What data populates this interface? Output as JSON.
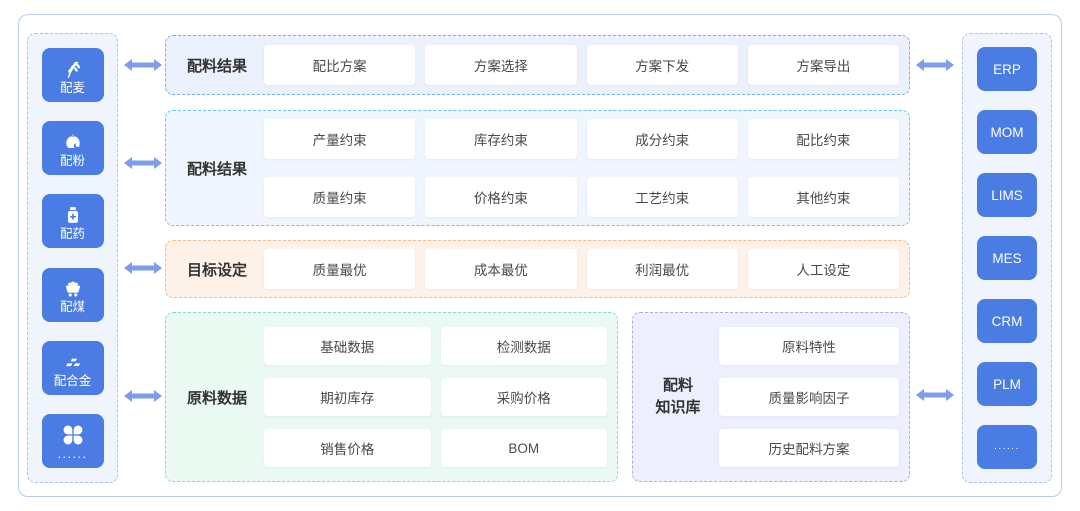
{
  "left_panel": {
    "items": [
      {
        "label": "配麦",
        "icon": "wheat-icon"
      },
      {
        "label": "配粉",
        "icon": "flour-sack-icon"
      },
      {
        "label": "配药",
        "icon": "medicine-bottle-icon"
      },
      {
        "label": "配煤",
        "icon": "coal-cart-icon"
      },
      {
        "label": "配合金",
        "icon": "alloy-ingot-icon"
      },
      {
        "label": "......",
        "icon": "more-clover-icon"
      }
    ]
  },
  "right_panel": {
    "items": [
      {
        "label": "ERP"
      },
      {
        "label": "MOM"
      },
      {
        "label": "LIMS"
      },
      {
        "label": "MES"
      },
      {
        "label": "CRM"
      },
      {
        "label": "PLM"
      },
      {
        "label": "......"
      }
    ]
  },
  "sections": {
    "results": {
      "label": "配料结果",
      "items": [
        "配比方案",
        "方案选择",
        "方案下发",
        "方案导出"
      ]
    },
    "constraints": {
      "label": "配料结果",
      "items": [
        "产量约束",
        "库存约束",
        "成分约束",
        "配比约束",
        "质量约束",
        "价格约束",
        "工艺约束",
        "其他约束"
      ]
    },
    "targets": {
      "label": "目标设定",
      "items": [
        "质量最优",
        "成本最优",
        "利润最优",
        "人工设定"
      ]
    },
    "materials": {
      "label": "原料数据",
      "items": [
        "基础数据",
        "检测数据",
        "期初库存",
        "采购价格",
        "销售价格",
        "BOM"
      ]
    },
    "knowledge": {
      "label_line1": "配料",
      "label_line2": "知识库",
      "items": [
        "原料特性",
        "质量影响因子",
        "历史配料方案"
      ]
    }
  },
  "colors": {
    "module_blue": "#4a7ce3",
    "arrow_blue": "#7f9deb",
    "results_border": "#6fb0ee",
    "constraints_border": "#5fc9ef",
    "targets_border": "#f5ba8a",
    "materials_border": "#7bdfc5",
    "knowledge_border": "#a9acec",
    "panel_bg": "#eff4fd",
    "frame_border": "#b9cdec"
  }
}
